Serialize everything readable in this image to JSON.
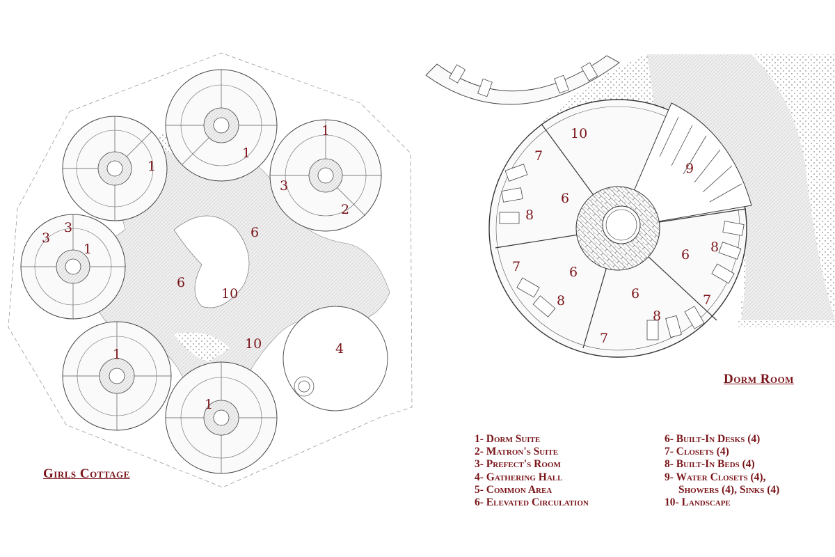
{
  "titles": {
    "girls_cottage": "Girls Cottage",
    "dorm_room": "Dorm Room"
  },
  "legend": {
    "left": [
      "1-  Dorm Suite",
      "2- Matron's Suite",
      "3- Prefect's Room",
      "4- Gathering Hall",
      "5- Common Area",
      "6- Elevated Circulation"
    ],
    "right": [
      "6- Built-In Desks (4)",
      "7- Closets (4)",
      "8- Built-In Beds (4)",
      "9- Water Closets (4),",
      "Showers (4), Sinks (4)",
      "10- Landscape"
    ]
  },
  "colors": {
    "label": "#7a1419",
    "line": "#333333",
    "hatch": "#bdbdbd"
  },
  "girls_labels": {
    "n1a": "1",
    "n1b": "1",
    "n1c": "1",
    "n1d": "1",
    "n1e": "1",
    "n1f": "1",
    "n2": "2",
    "n3a": "3",
    "n3b": "3",
    "n3c": "3",
    "n4": "4",
    "n6a": "6",
    "n6b": "6",
    "n10a": "10",
    "n10b": "10"
  },
  "dorm_labels": {
    "n10": "10",
    "n9": "9",
    "n7a": "7",
    "n7b": "7",
    "n7c": "7",
    "n7d": "7",
    "n6a": "6",
    "n6b": "6",
    "n6c": "6",
    "n6d": "6",
    "n8a": "8",
    "n8b": "8",
    "n8c": "8",
    "n8d": "8"
  }
}
